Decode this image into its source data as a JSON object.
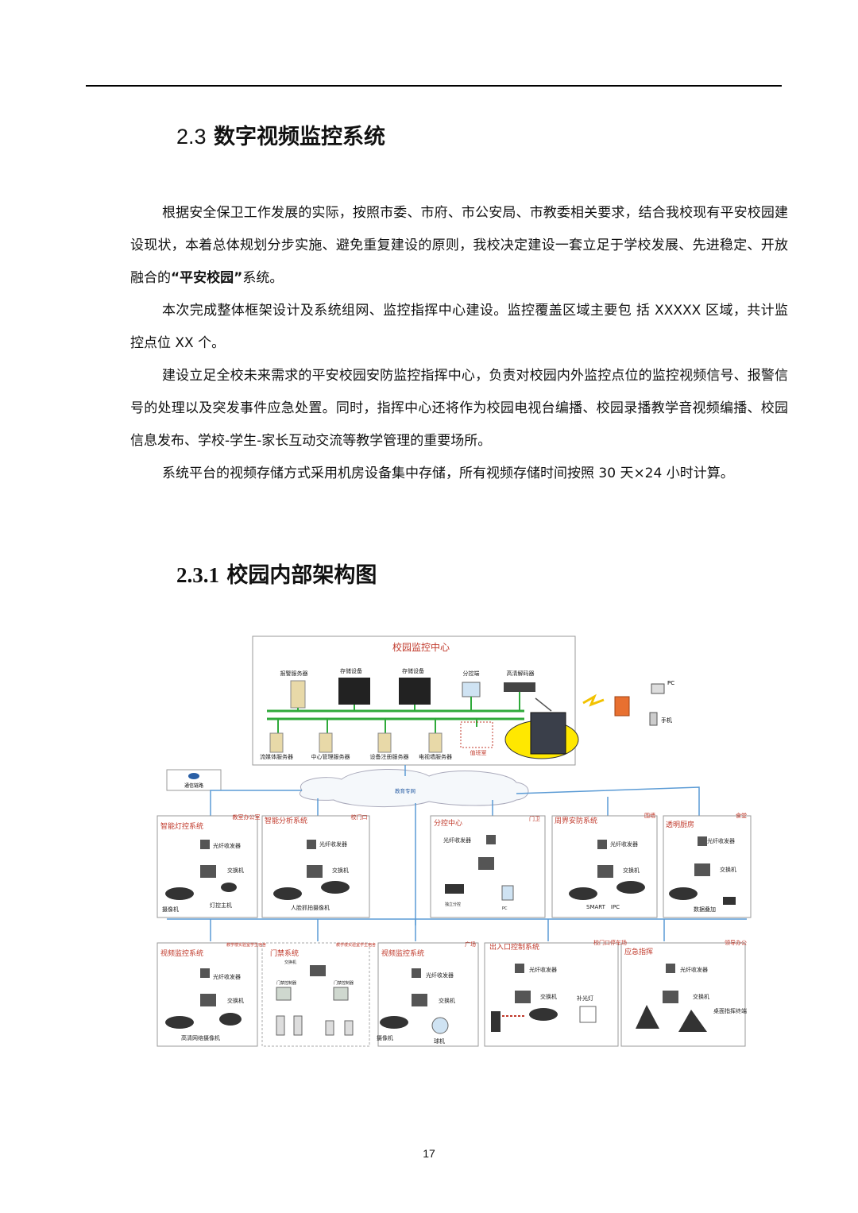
{
  "header": {
    "section_number": "2.3",
    "section_title": "数字视频监控系统"
  },
  "paragraphs": [
    {
      "before": "根据安全保卫工作发展的实际，按照市委、市府、市公安局、市教委相关要求，结合我校现有平安校园建设现状，本着总体规划分步实施、避免重复建设的原则，我校决定建设一套立足于学校发展、先进稳定、开放融合的",
      "bold": "“平安校园”",
      "after": "系统。"
    },
    {
      "before": "本次完成整体框架设计及系统组网、监控指挥中心建设。监控覆盖区域主要包 括 XXXXX 区域，共计监控点位 XX 个。",
      "bold": "",
      "after": ""
    },
    {
      "before": "建设立足全校未来需求的平安校园安防监控指挥中心，负责对校园内外监控点位的监控视频信号、报警信号的处理以及突发事件应急处置。同时，指挥中心还将作为校园电视台编播、校园录播教学音视频编播、校园信息发布、学校-学生-家长互动交流等教学管理的重要场所。",
      "bold": "",
      "after": ""
    },
    {
      "before": "系统平台的视频存储方式采用机房设备集中存储，所有视频存储时间按照 30 天×24 小时计算。",
      "bold": "",
      "after": ""
    }
  ],
  "subsection": {
    "number": "2.3.1",
    "title": "校园内部架构图"
  },
  "diagram": {
    "center_title": "校园监控中心",
    "center_top": [
      "报警服务器",
      "存储设备",
      "存储设备",
      "分控端",
      "高清解码器"
    ],
    "center_bottom": [
      "流媒体服务器",
      "中心管理服务器",
      "设备注册服务器",
      "电视墙服务器",
      "值班室"
    ],
    "remote": [
      "PC",
      "手机"
    ],
    "link_label": "通信链路",
    "network": "教育专网",
    "row1": [
      {
        "title": "智能灯控系统",
        "tag": "教室办公室",
        "transceiver": "光纤收发器",
        "switch": "交换机",
        "items": [
          "摄像机",
          "灯控主机"
        ]
      },
      {
        "title": "智能分析系统",
        "tag": "校门口",
        "transceiver": "光纤收发器",
        "switch": "交换机",
        "items": [
          "人脸抓拍摄像机"
        ]
      },
      {
        "title": "分控中心",
        "tag": "门卫",
        "transceiver": "光纤收发器",
        "switch": "",
        "items": [
          "独立分控",
          "PC"
        ]
      },
      {
        "title": "周界安防系统",
        "tag": "围墙",
        "transceiver": "光纤收发器",
        "switch": "交换机",
        "items": [
          "SMART　IPC"
        ]
      },
      {
        "title": "透明厨房",
        "tag": "食堂",
        "transceiver": "光纤收发器",
        "switch": "交换机",
        "items": [
          "数据叠加"
        ]
      }
    ],
    "row2": [
      {
        "title": "视频监控系统",
        "tag": "教学楼实验室学生宿舍",
        "transceiver": "光纤收发器",
        "switch": "交换机",
        "items": [
          "高清网络摄像机"
        ]
      },
      {
        "title": "门禁系统",
        "tag": "教学楼实验室学生宿舍",
        "transceiver": "",
        "switch": "交换机",
        "items": [
          "门禁控制器",
          "门禁控制器"
        ]
      },
      {
        "title": "视频监控系统",
        "tag": "广场",
        "transceiver": "光纤收发器",
        "switch": "交换机",
        "items": [
          "摄像机",
          "球机"
        ]
      },
      {
        "title": "出入口控制系统",
        "tag": "校门口停车场",
        "transceiver": "光纤收发器",
        "switch": "交换机",
        "items": [
          "补光灯"
        ]
      },
      {
        "title": "应急指挥",
        "tag": "领导办公",
        "transceiver": "光纤收发器",
        "switch": "交换机",
        "items": [
          "桌面指挥终端"
        ]
      }
    ]
  },
  "page_number": "17"
}
